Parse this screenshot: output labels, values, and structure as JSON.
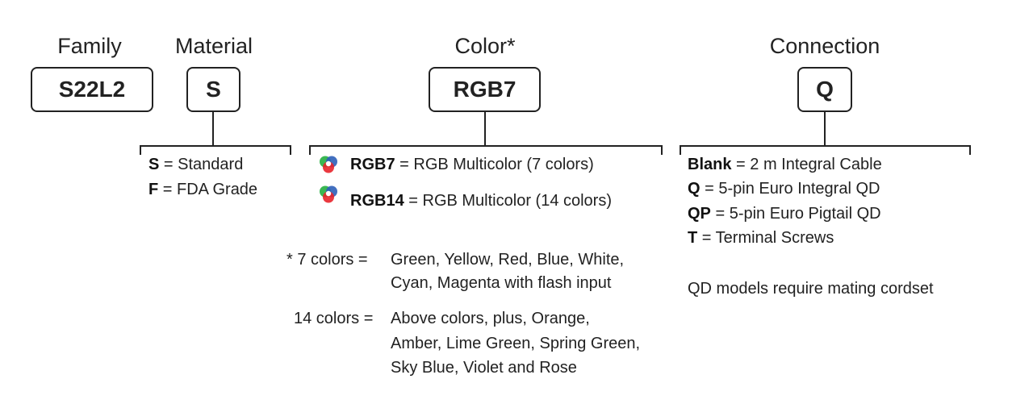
{
  "family": {
    "header": "Family",
    "code": "S22L2"
  },
  "material": {
    "header": "Material",
    "code": "S",
    "options": [
      {
        "key": "S",
        "desc": "= Standard"
      },
      {
        "key": "F",
        "desc": "= FDA Grade"
      }
    ]
  },
  "color": {
    "header": "Color*",
    "code": "RGB7",
    "options": [
      {
        "icon": "rgb-multicolor-icon",
        "key": "RGB7",
        "desc": "= RGB Multicolor (7 colors)"
      },
      {
        "icon": "rgb-multicolor-icon",
        "key": "RGB14",
        "desc": "= RGB Multicolor (14 colors)"
      }
    ],
    "footnote_7": {
      "label": "*  7 colors =",
      "lines": [
        "Green, Yellow, Red, Blue, White,",
        "Cyan, Magenta with flash input"
      ]
    },
    "footnote_14": {
      "label": "14 colors =",
      "lines": [
        "Above colors, plus, Orange,",
        "Amber, Lime Green, Spring Green,",
        "Sky Blue, Violet and Rose"
      ]
    }
  },
  "connection": {
    "header": "Connection",
    "code": "Q",
    "options": [
      {
        "key": "Blank",
        "desc": "= 2 m Integral Cable"
      },
      {
        "key": "Q",
        "desc": "= 5-pin Euro Integral QD"
      },
      {
        "key": "QP",
        "desc": "= 5-pin Euro Pigtail QD"
      },
      {
        "key": "T",
        "desc": "= Terminal Screws"
      }
    ],
    "note": "QD models require mating cordset"
  },
  "colors": {
    "line": "#222222",
    "red": "#e8232a",
    "green": "#2fb34a",
    "blue": "#2e5fb8"
  }
}
